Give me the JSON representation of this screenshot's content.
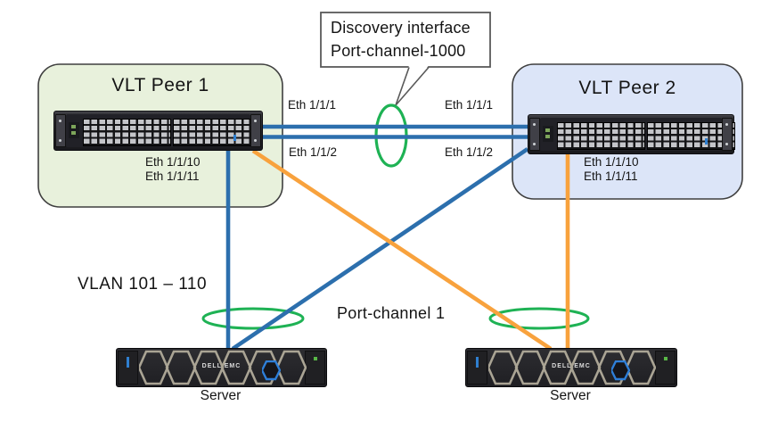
{
  "colors": {
    "link_blue": "#2C6FAD",
    "link_orange": "#F8A23D",
    "green": "#1EB254",
    "peer1_fill": "#E8F1DC",
    "peer2_fill": "#DCE5F8",
    "box_border": "#3F3F3F",
    "callout_fill": "#FFFFFF",
    "callout_border": "#595959"
  },
  "callout": {
    "line1": "Discovery interface",
    "line2": "Port-channel-1000"
  },
  "peer1": {
    "title": "VLT Peer 1",
    "eth_top": "Eth 1/1/1",
    "eth_bottom": "Eth 1/1/2",
    "eth_down1": "Eth 1/1/10",
    "eth_down2": "Eth 1/1/11"
  },
  "peer2": {
    "title": "VLT Peer 2",
    "eth_top": "Eth 1/1/1",
    "eth_bottom": "Eth 1/1/2",
    "eth_down1": "Eth 1/1/10",
    "eth_down2": "Eth 1/1/11"
  },
  "labels": {
    "vlan": "VLAN 101 – 110",
    "port_channel": "Port-channel 1"
  },
  "server1": {
    "label": "Server",
    "brand": "DELL EMC"
  },
  "server2": {
    "label": "Server",
    "brand": "DELL EMC"
  }
}
